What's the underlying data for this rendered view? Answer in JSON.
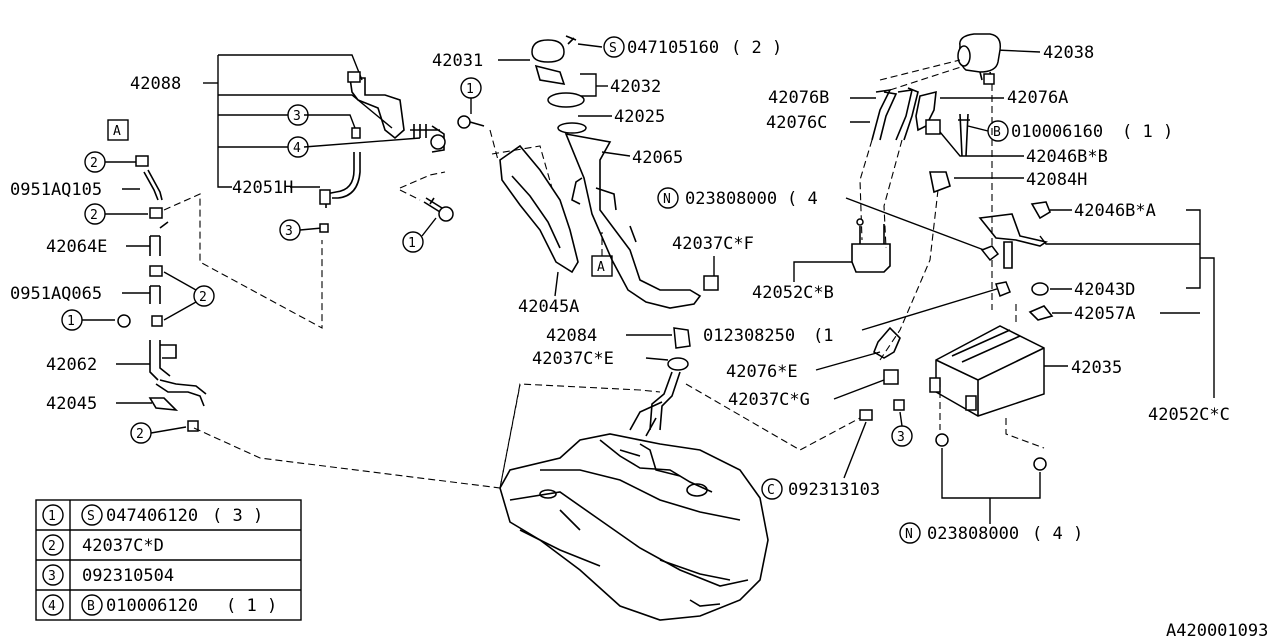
{
  "labels": {
    "p42088": "42088",
    "p0951AQ105": "0951AQ105",
    "p42064E": "42064E",
    "p0951AQ065": "0951AQ065",
    "p42062": "42062",
    "p42045": "42045",
    "p42051H": "42051H",
    "p42031": "42031",
    "s047105160": "047105160",
    "s047105160_qty": "( 2 )",
    "p42032": "42032",
    "p42025": "42025",
    "p42065": "42065",
    "p42037CF": "42037C*F",
    "p42045A": "42045A",
    "p42084": "42084",
    "p42037CE": "42037C*E",
    "b012308250": "012308250",
    "b012308250_qty": "(1",
    "p42038": "42038",
    "p42076B": "42076B",
    "p42076C": "42076C",
    "p42076A": "42076A",
    "b010006160": "010006160",
    "b010006160_qty": "( 1 )",
    "p42046BB": "42046B*B",
    "p42084H": "42084H",
    "n023808000_top": "023808000",
    "n023808000_top_qty": "( 4",
    "p42046BA": "42046B*A",
    "p42052CB": "42052C*B",
    "p42043D": "42043D",
    "p42057A": "42057A",
    "p42076E": "42076*E",
    "p42037CG": "42037C*G",
    "p42035": "42035",
    "p42052CC": "42052C*C",
    "c092313103": "092313103",
    "n023808000_bot": "023808000",
    "n023808000_bot_qty": "( 4 )",
    "diagram_code": "A420001093",
    "boxA": "A",
    "circ1": "1",
    "circ2": "2",
    "circ3": "3",
    "circ4": "4",
    "prefixS": "S",
    "prefixB": "B",
    "prefixN": "N",
    "prefixC": "C"
  },
  "legend": [
    {
      "num": "1",
      "prefix": "S",
      "part": "047406120",
      "qty": "( 3 )"
    },
    {
      "num": "2",
      "prefix": "",
      "part": "42037C*D",
      "qty": ""
    },
    {
      "num": "3",
      "prefix": "",
      "part": "092310504",
      "qty": ""
    },
    {
      "num": "4",
      "prefix": "B",
      "part": "010006120",
      "qty": "( 1 )"
    }
  ]
}
